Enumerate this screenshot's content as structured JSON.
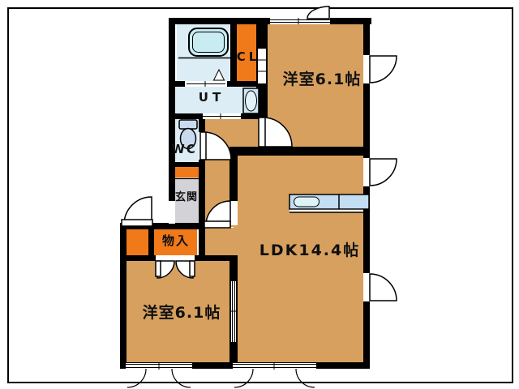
{
  "type": "floor-plan",
  "colors": {
    "room-tan": "#d7a05f",
    "storage-orange": "#f0791a",
    "wet-blue": "#dcedf6",
    "genkan-gray": "#d3d3d7",
    "counter-blue": "#c3ddf2",
    "tub-cyan": "#c9ecf2",
    "fixture-blue": "#c9daee",
    "wall": "#000000"
  },
  "rooms": {
    "bedroom_top": {
      "label": "洋室6.1帖"
    },
    "bedroom_bottom": {
      "label": "洋室6.1帖"
    },
    "ldk": {
      "label": "LDK14.4帖"
    },
    "closet": {
      "label": "CL"
    },
    "utility": {
      "label": "UT"
    },
    "toilet": {
      "label": "WC"
    },
    "entrance": {
      "label": "玄関"
    },
    "storage": {
      "label": "物入"
    }
  },
  "fixtures": [
    "bathtub",
    "wash-basin",
    "toilet",
    "kitchen-counter",
    "kitchen-sink"
  ]
}
